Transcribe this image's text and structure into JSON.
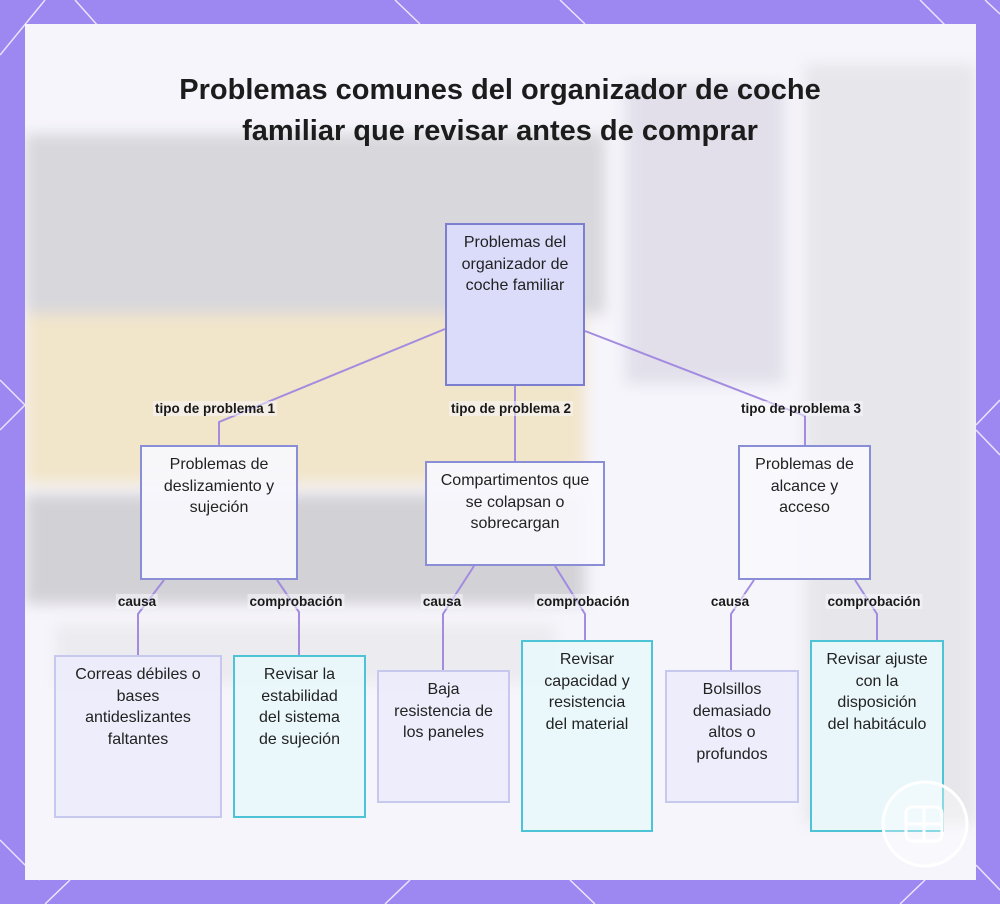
{
  "title": "Problemas comunes del organizador de coche familiar que revisar antes de comprar",
  "colors": {
    "frame": "#9d87f0",
    "edge": "#a38be0",
    "root_fill": "#dadcfa",
    "root_border": "#7c7fcf",
    "check_border": "#4cc4d6"
  },
  "diagram": {
    "root": {
      "label": "Problemas del organizador de coche familiar"
    },
    "branches": [
      {
        "edge_label": "tipo de problema 1",
        "label": "Problemas de deslizamiento y sujeción",
        "cause": {
          "edge_label": "causa",
          "label": "Correas débiles o bases antideslizantes faltantes"
        },
        "check": {
          "edge_label": "comprobación",
          "label": "Revisar la estabilidad del sistema de sujeción"
        }
      },
      {
        "edge_label": "tipo de problema 2",
        "label": "Compartimentos que se colapsan o sobrecargan",
        "cause": {
          "edge_label": "causa",
          "label": "Baja resistencia de los paneles"
        },
        "check": {
          "edge_label": "comprobación",
          "label": "Revisar capacidad y resistencia del material"
        }
      },
      {
        "edge_label": "tipo de problema 3",
        "label": "Problemas de alcance y acceso",
        "cause": {
          "edge_label": "causa",
          "label": "Bolsillos demasiado altos o profundos"
        },
        "check": {
          "edge_label": "comprobación",
          "label": "Revisar ajuste con la disposición del habitáculo"
        }
      }
    ]
  }
}
